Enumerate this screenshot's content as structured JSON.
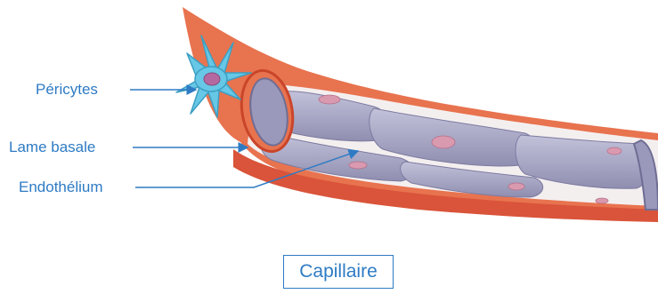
{
  "labels": {
    "pericytes": "Péricytes",
    "basement_membrane": "Lame basale",
    "endothelium": "Endothélium"
  },
  "caption": "Capillaire",
  "colors": {
    "label_blue": "#2e7bc4",
    "vessel_wall": "#e8734f",
    "vessel_wall_dark": "#c9452a",
    "endothelial_cell": "#a9a8c6",
    "nucleus": "#d99ab0",
    "pericyte": "#67c7e6"
  }
}
